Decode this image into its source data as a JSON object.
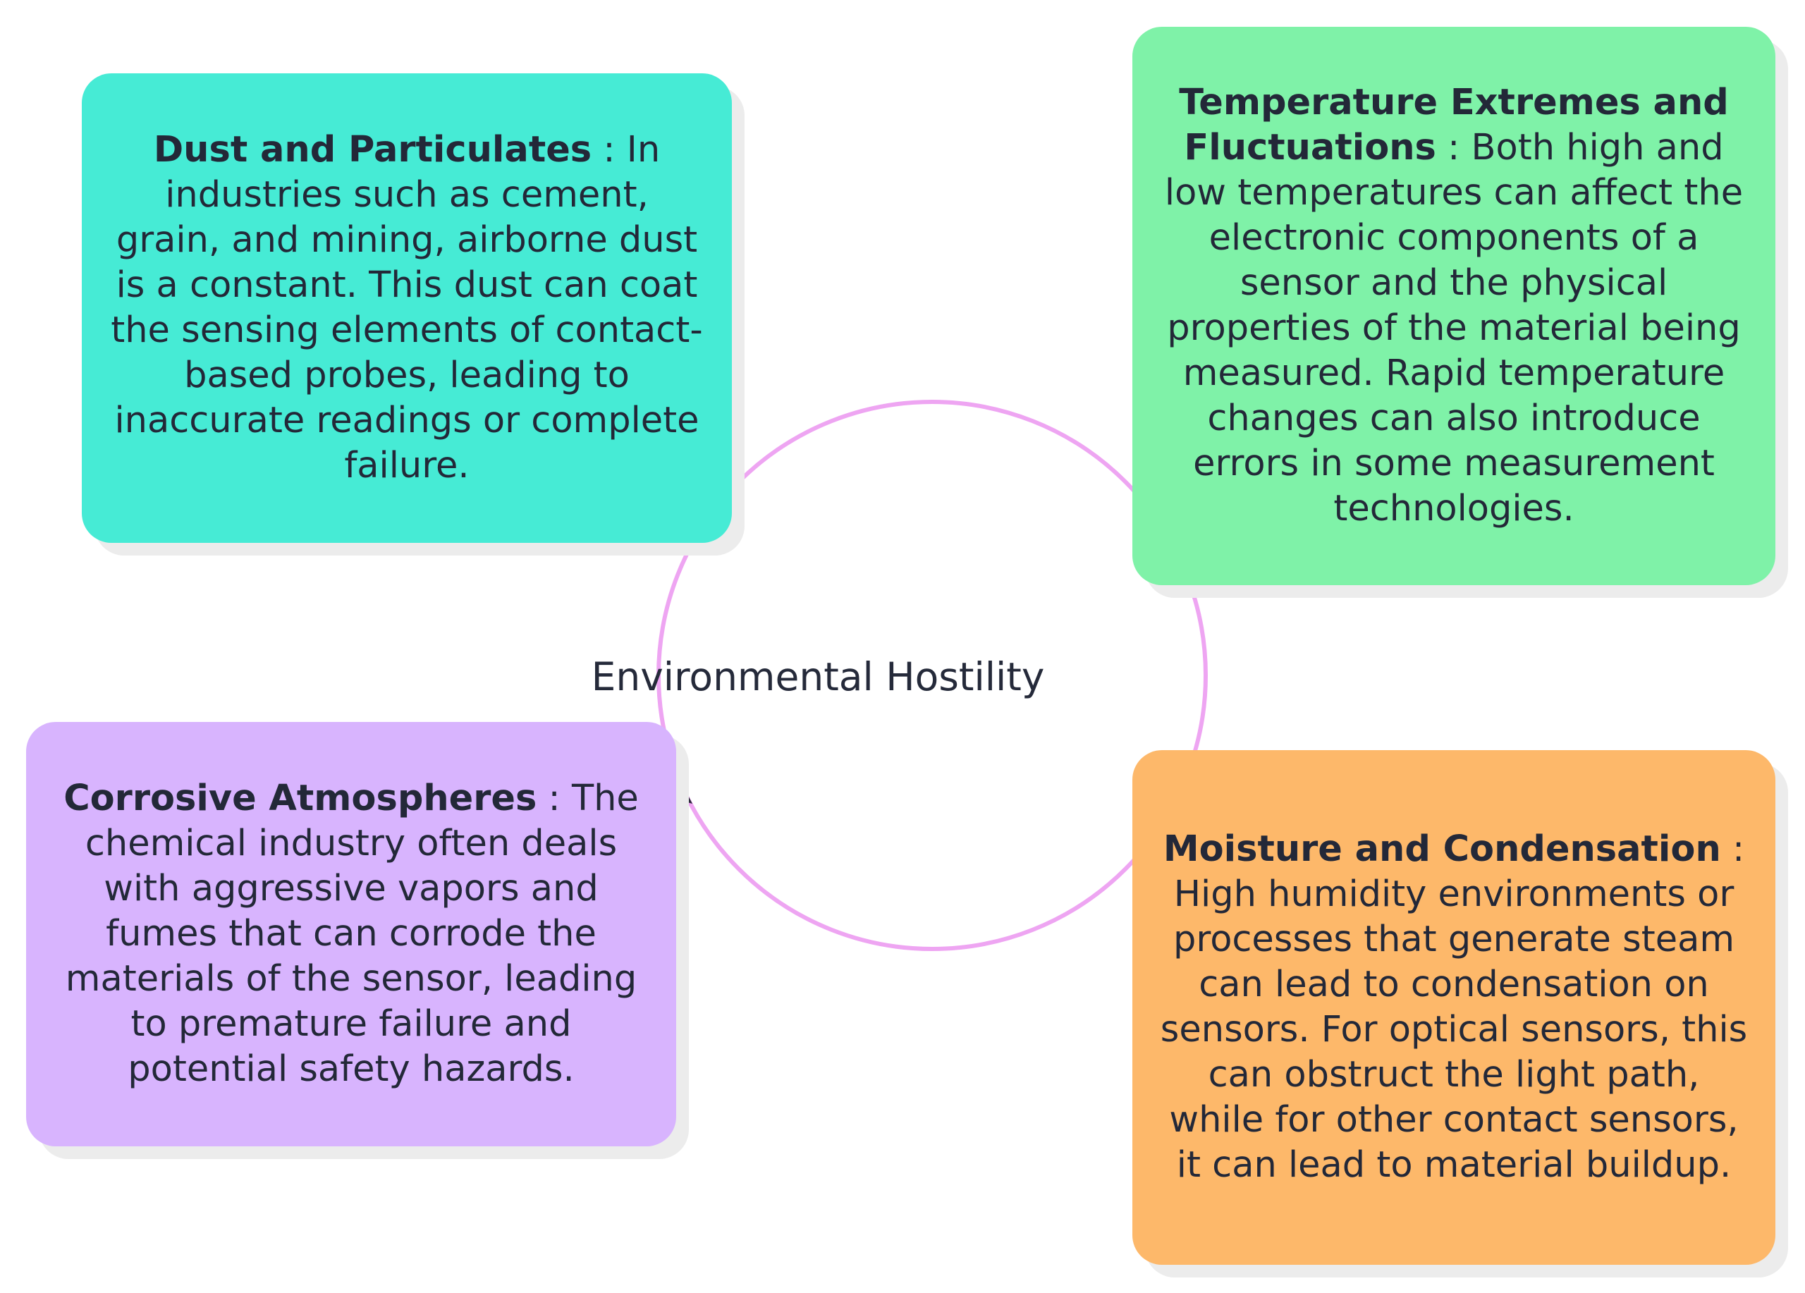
{
  "center": {
    "label": "Environmental Hostility",
    "ring_color": "#eea5f2"
  },
  "nodes": [
    {
      "title": "Dust and Particulates",
      "text": "In industries such as cement, grain, and mining, airborne dust is a constant. This dust can coat the sensing elements of contact-based probes, leading to inaccurate readings or complete failure.",
      "color": "#46ebd5"
    },
    {
      "title": "Temperature Extremes and Fluctuations",
      "text": "Both high and low temperatures can affect the electronic components of a sensor and the physical properties of the material being measured. Rapid temperature changes can also introduce errors in some measurement technologies.",
      "color": "#7ff2a8"
    },
    {
      "title": "Corrosive Atmospheres",
      "text": "The chemical industry often deals with aggressive vapors and fumes that can corrode the materials of the sensor, leading to premature failure and potential safety hazards.",
      "color": "#d8b4fe"
    },
    {
      "title": "Moisture and Condensation",
      "text": "High humidity environments or processes that generate steam can lead to condensation on sensors. For optical sensors, this can obstruct the light path, while for other contact sensors, it can lead to material buildup.",
      "color": "#fdb86a"
    }
  ],
  "separator": " : "
}
